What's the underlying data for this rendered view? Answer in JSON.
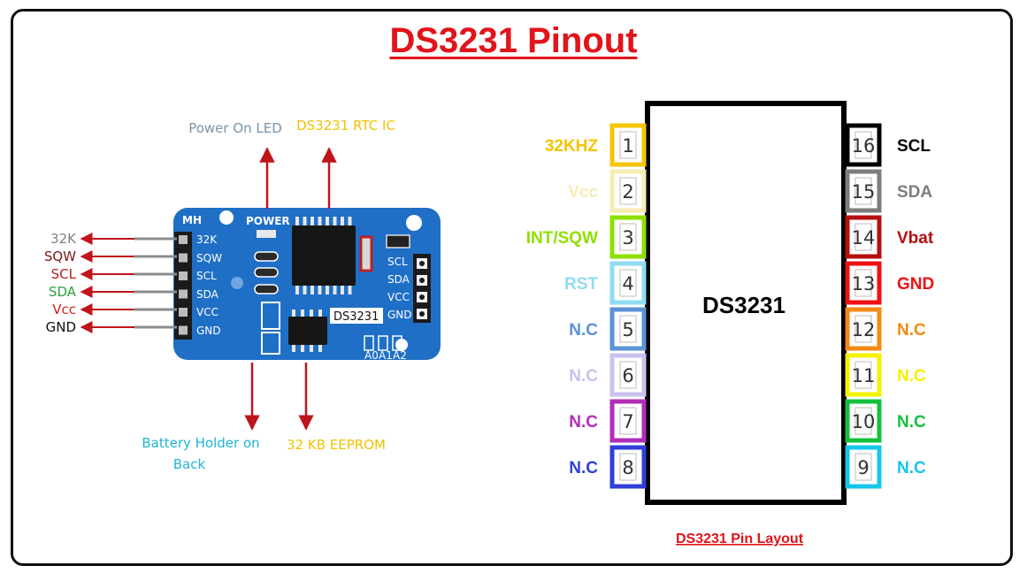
{
  "title": "DS3231 Pinout",
  "module": {
    "callouts": {
      "power_led": "Power On LED",
      "rtc_ic": "DS3231 RTC IC",
      "battery": [
        "Battery Holder on",
        "Back"
      ],
      "eeprom": "32 KB EEPROM"
    },
    "left_pins": [
      {
        "label": "32K",
        "color": "#808080"
      },
      {
        "label": "SQW",
        "color": "#7a1a1a"
      },
      {
        "label": "SCL",
        "color": "#b01e1e"
      },
      {
        "label": "SDA",
        "color": "#2e9e3e"
      },
      {
        "label": "Vcc",
        "color": "#d11f1f"
      },
      {
        "label": "GND",
        "color": "#111111"
      }
    ],
    "board": {
      "brand": "MH",
      "power": "POWER",
      "chip": "DS3231",
      "left_header": [
        "32K",
        "SQW",
        "SCL",
        "SDA",
        "VCC",
        "GND"
      ],
      "right_header": [
        "SCL",
        "SDA",
        "VCC",
        "GND"
      ],
      "addr": [
        "A0",
        "A1",
        "A2"
      ]
    }
  },
  "ic": {
    "name": "DS3231",
    "caption": "DS3231 Pin Layout",
    "left_pins": [
      {
        "num": "1",
        "label": "32KHZ",
        "color": "#f6c400"
      },
      {
        "num": "2",
        "label": "Vcc",
        "color": "#f7ecb2"
      },
      {
        "num": "3",
        "label": "INT/SQW",
        "color": "#8ee000"
      },
      {
        "num": "4",
        "label": "RST",
        "color": "#8fdcf2"
      },
      {
        "num": "5",
        "label": "N.C",
        "color": "#5b93d6"
      },
      {
        "num": "6",
        "label": "N.C",
        "color": "#c8c2ee"
      },
      {
        "num": "7",
        "label": "N.C",
        "color": "#b12eb9"
      },
      {
        "num": "8",
        "label": "N.C",
        "color": "#2f3fd8"
      }
    ],
    "right_pins": [
      {
        "num": "16",
        "label": "SCL",
        "color": "#000000"
      },
      {
        "num": "15",
        "label": "SDA",
        "color": "#7d7d7d"
      },
      {
        "num": "14",
        "label": "Vbat",
        "color": "#b50e0e"
      },
      {
        "num": "13",
        "label": "GND",
        "color": "#ef1111"
      },
      {
        "num": "12",
        "label": "N.C",
        "color": "#f38a12"
      },
      {
        "num": "11",
        "label": "N.C",
        "color": "#f6f000"
      },
      {
        "num": "10",
        "label": "N.C",
        "color": "#13c13e"
      },
      {
        "num": "9",
        "label": "N.C",
        "color": "#15c6e8"
      }
    ]
  },
  "colors": {
    "title": "#e1141b",
    "board": "#1f6fc6",
    "arrow": "#c0141b",
    "callout_gray": "#7a93a8",
    "callout_yellow": "#f2c200",
    "callout_cyan": "#20b4d6"
  }
}
